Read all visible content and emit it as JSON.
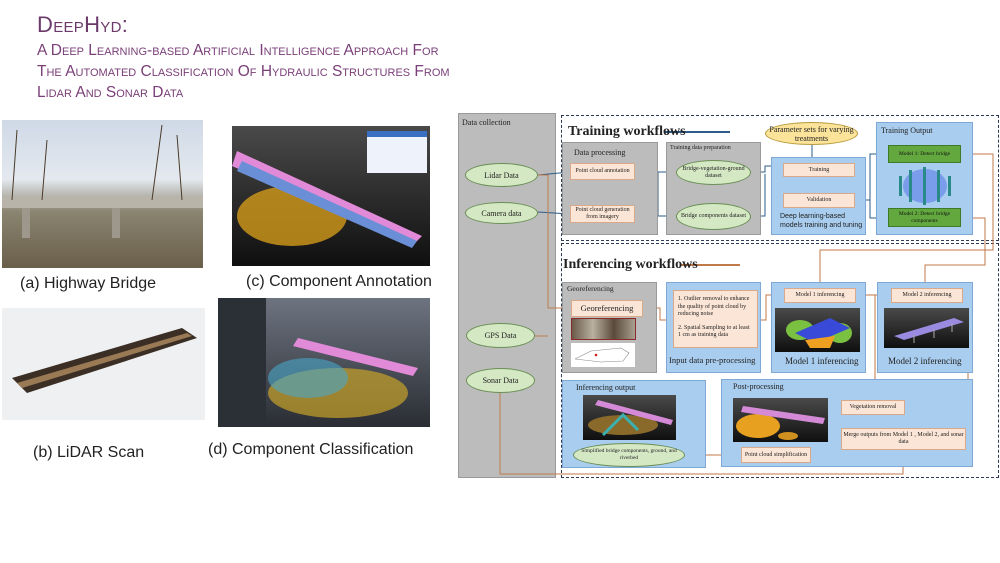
{
  "title": "DeepHyd:",
  "subtitle": [
    "A Deep Learning-based Artificial Intelligence Approach For",
    "The Automated Classification Of Hydraulic Structures From",
    "Lidar And Sonar Data"
  ],
  "captions": {
    "a": "(a) Highway Bridge",
    "b": "(b) LiDAR Scan",
    "c": "(c) Component Annotation",
    "d": "(d) Component Classification"
  },
  "diagram": {
    "data_collection": {
      "title": "Data collection",
      "items": [
        "Lidar Data",
        "Camera data",
        "GPS Data",
        "Sonar Data"
      ]
    },
    "training": {
      "title": "Training workflows",
      "data_processing": {
        "title": "Data processing",
        "steps": [
          "Point cloud annotation",
          "Point cloud generation from imagery"
        ]
      },
      "training_prep": {
        "title": "Training data preparation",
        "datasets": [
          "Bridge-vegetation-ground dataset",
          "Bridge components dataset"
        ]
      },
      "parameters": "Parameter sets for varying treatments",
      "dl": {
        "steps": [
          "Training",
          "Validation"
        ],
        "label": "Deep learning-based models training and tuning"
      },
      "output": {
        "title": "Training Output",
        "models": [
          "Model 1: Detect bridge",
          "Model 2: Detect bridge components"
        ]
      }
    },
    "inferencing": {
      "title": "Inferencing workflows",
      "georef": {
        "title": "Georeferencing",
        "step": "Georeferencing"
      },
      "preproc": {
        "steps": [
          "1. Outlier removal to enhance the quality of point cloud by reducing noise",
          "2. Spatial Sampling to at least 1 cm as training data"
        ],
        "label": "Input data pre-processing"
      },
      "model1": {
        "step": "Model 1 inferencing",
        "label": "Model 1 inferencing"
      },
      "model2": {
        "step": "Model 2 inferencing",
        "label": "Model 2 inferencing"
      },
      "output": {
        "title": "Inferencing output",
        "result": "Simplified bridge components, ground, and riverbed"
      },
      "post": {
        "title": "Post-processing",
        "steps": [
          "Vegetation removal",
          "Merge outputs from Model 1 , Model 2, and sonar data",
          "Point cloud simplification"
        ]
      }
    },
    "colors": {
      "blue_arrow": "#2e5c8a",
      "orange_arrow": "#c07a4a",
      "title": "#6b3a6b"
    }
  }
}
